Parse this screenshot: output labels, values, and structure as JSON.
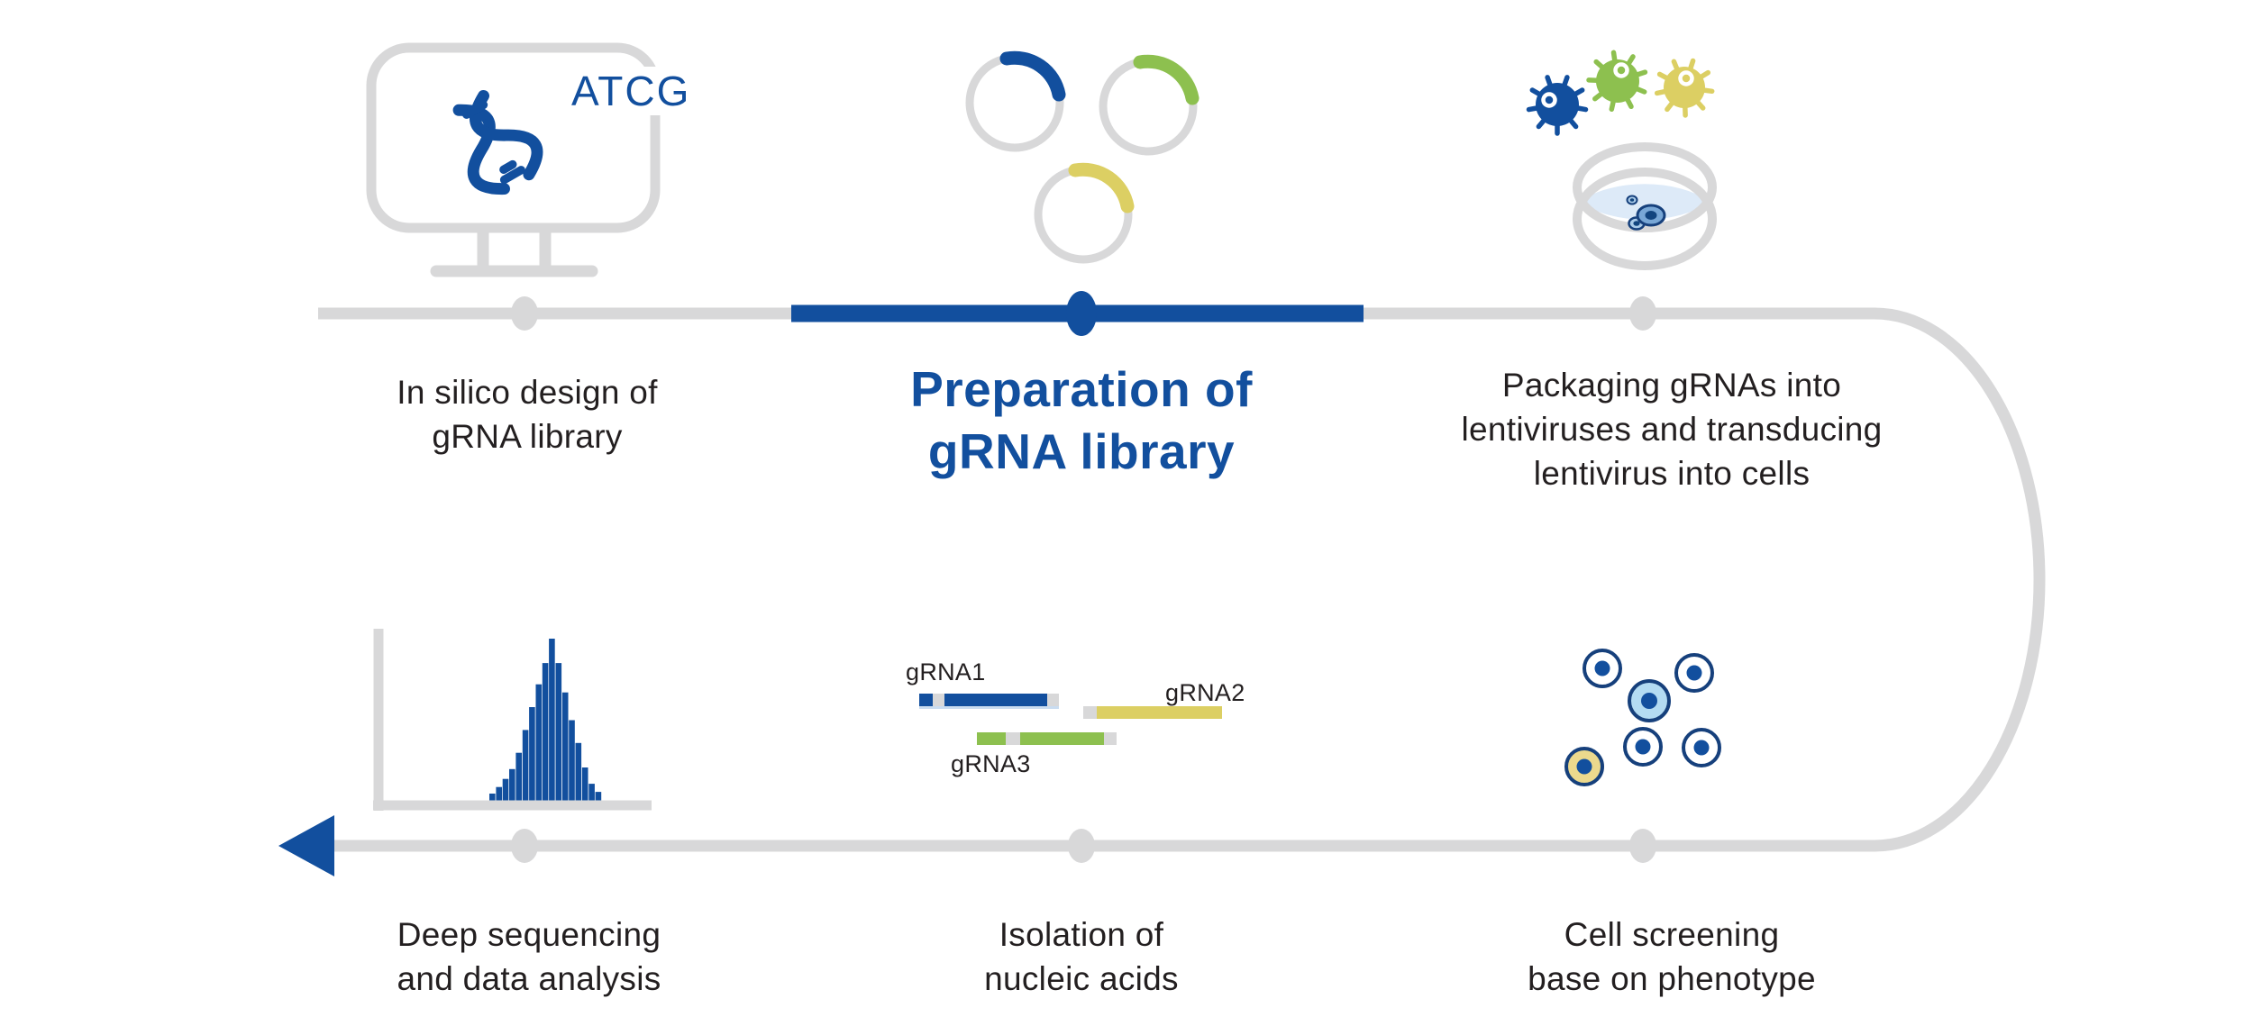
{
  "colors": {
    "blue": "#124f9e",
    "green": "#8dc04f",
    "yellow": "#dccf63",
    "gray": "#d8d8d9",
    "dark_text": "#231f20",
    "cell_outline": "#16407c",
    "light_blue_cell_fill": "#b3dbf2",
    "pale_yellow_cell_fill": "#ecd98d",
    "dish_liquid": "#ddeaf8",
    "grna1_underline": "#c9dcf0"
  },
  "steps": [
    {
      "label": "In silico design of\ngRNA library",
      "active": false
    },
    {
      "label": "Preparation of\ngRNA library",
      "active": true
    },
    {
      "label": "Packaging gRNAs into\nlentiviruses and transducing\nlentivirus into cells",
      "active": false
    },
    {
      "label": "Cell screening\nbase on phenotype",
      "active": false
    },
    {
      "label": "Isolation of\nnucleic acids",
      "active": false
    },
    {
      "label": "Deep sequencing\nand data analysis",
      "active": false
    }
  ],
  "monitor_screen_text": "ATCG",
  "grna_labels": {
    "grna1": "gRNA1",
    "grna2": "gRNA2",
    "grna3": "gRNA3"
  },
  "histogram": {
    "type": "bar",
    "values": [
      0.05,
      0.09,
      0.14,
      0.2,
      0.3,
      0.44,
      0.58,
      0.72,
      0.85,
      1.0,
      0.85,
      0.67,
      0.5,
      0.36,
      0.21,
      0.11,
      0.06
    ]
  }
}
